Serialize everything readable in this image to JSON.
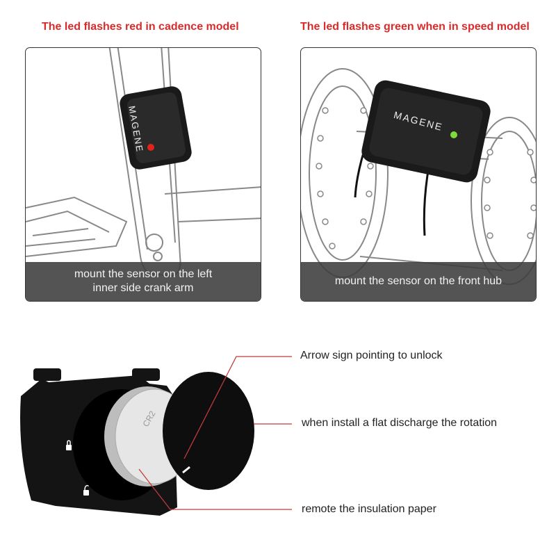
{
  "titles": {
    "left": "The led flashes red in cadence model",
    "right": "The led flashes green when in speed model"
  },
  "panels": {
    "left": {
      "caption_line1": "mount the sensor on the left",
      "caption_line2": "inner side crank arm",
      "brand": "MAGENE",
      "led_color": "#e3231b"
    },
    "right": {
      "caption": "mount the sensor on the front hub",
      "brand": "MAGENE",
      "led_color": "#7ddc3a"
    }
  },
  "callouts": {
    "arrow": "Arrow sign pointing to unlock",
    "flat": "when install a flat discharge the rotation",
    "paper": "remote the insulation paper"
  },
  "colors": {
    "title": "#d92b2b",
    "leader": "#c23a3a"
  }
}
